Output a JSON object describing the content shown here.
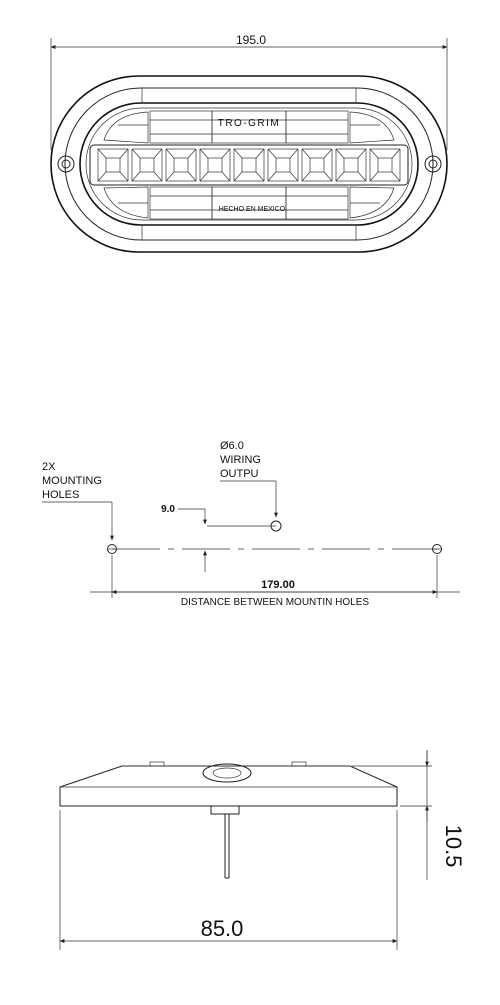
{
  "top_view": {
    "overall_width": "195.0",
    "brand_text": "TRO-GRIM",
    "made_in_text": "HECHO EN MEXICO",
    "led_cell_count": 9
  },
  "mounting_view": {
    "mounting_holes_label": [
      "2X",
      "MOUNTING",
      "HOLES"
    ],
    "wiring_label": [
      "Ø6.0",
      "WIRING",
      "OUTPU"
    ],
    "offset_dim": "9.0",
    "hole_distance": "179.00",
    "hole_distance_caption": "DISTANCE BETWEEN MOUNTIN HOLES"
  },
  "side_view": {
    "height_dim": "10.5",
    "width_dim": "85.0"
  },
  "colors": {
    "line": "#222222",
    "background": "#ffffff"
  }
}
